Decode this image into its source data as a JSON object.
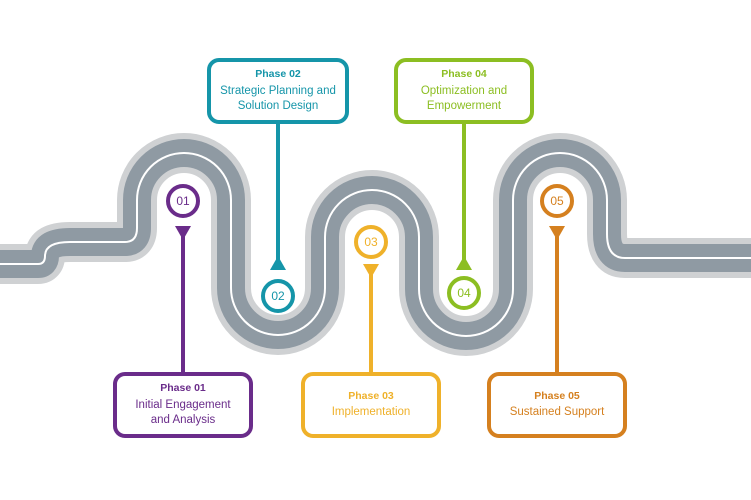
{
  "colors": {
    "road_outer": "#cfd1d3",
    "road_asphalt": "#8f9aa3",
    "road_line": "#ffffff"
  },
  "phases": [
    {
      "number": "01",
      "title": "Phase 01",
      "desc_line1": "Initial Engagement",
      "desc_line2": "and Analysis",
      "color": "#6a2c8a"
    },
    {
      "number": "02",
      "title": "Phase 02",
      "desc_line1": "Strategic Planning and",
      "desc_line2": "Solution Design",
      "color": "#1595a9"
    },
    {
      "number": "03",
      "title": "Phase 03",
      "desc_line1": "Implementation",
      "desc_line2": "",
      "color": "#efb12a"
    },
    {
      "number": "04",
      "title": "Phase 04",
      "desc_line1": "Optimization and",
      "desc_line2": "Empowerment",
      "color": "#8cbe22"
    },
    {
      "number": "05",
      "title": "Phase 05",
      "desc_line1": "Sustained Support",
      "desc_line2": "",
      "color": "#d5801f"
    }
  ]
}
